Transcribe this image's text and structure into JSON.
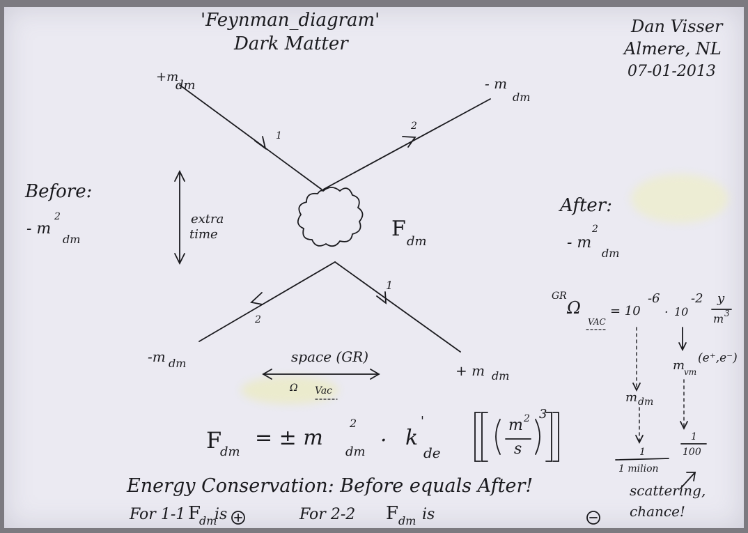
{
  "title": {
    "line1": "'Feynman_diagram'",
    "line2": "Dark Matter"
  },
  "author": {
    "name": "Dan Visser",
    "place": "Almere, NL",
    "date": "07-01-2013"
  },
  "particles": {
    "top_left": {
      "sign": "+m",
      "sub": "dm"
    },
    "top_right": {
      "sign": "- m",
      "sub": "dm"
    },
    "bottom_left": {
      "sign": "-m",
      "sub": "dm"
    },
    "bottom_right": {
      "sign": "+ m",
      "sub": "dm"
    }
  },
  "arrow_numbers": {
    "top_left": "1",
    "top_right": "2",
    "bottom_left": "2",
    "bottom_right": "1"
  },
  "before": {
    "label": "Before:",
    "term": "- m",
    "sup": "2",
    "sub": "dm"
  },
  "after": {
    "label": "After:",
    "term": "- m",
    "sup": "2",
    "sub": "dm"
  },
  "extra_time": {
    "line1": "extra",
    "line2": "time"
  },
  "force_label": {
    "main": "F",
    "sub": "dm"
  },
  "space": {
    "label": "space (GR)",
    "omega": "Ω",
    "sub": "Vac"
  },
  "formula": {
    "lhs": "F",
    "lhs_sub": "dm",
    "eq": "= ± m",
    "m_sup": "2",
    "m_sub": "dm",
    "dot": "·",
    "k": "k",
    "k_sup": "'",
    "k_sub": "de",
    "bracket_m": "m",
    "bracket_m_sup": "2",
    "bracket_s": "s",
    "power": "3"
  },
  "gr_block": {
    "gr": "GR",
    "omega": "Ω",
    "vac": "VAC",
    "eq": "= 10",
    "exp1": "-6",
    "dot": "·",
    "ten": "10",
    "exp2": "-2",
    "unit_num": "y",
    "unit_den": "m",
    "unit_den_sup": "3",
    "m_vm": "m",
    "m_vm_sub": "vm",
    "pair": "(e⁺,e⁻)",
    "m_dm": "m",
    "m_dm_sub": "dm",
    "frac1_num": "1",
    "frac1_den": "1 milion",
    "frac2_num": "1",
    "frac2_den": "100",
    "scattering": "scattering,",
    "chance": "chance!"
  },
  "conservation": {
    "line1": "Energy Conservation: Before equals After!",
    "line2_a": "For 1-1",
    "line2_b": "F",
    "line2_b_sub": "dm",
    "line2_c": "is",
    "plus": "+",
    "line2_d": "For 2-2",
    "line2_e": "F",
    "line2_e_sub": "dm",
    "line2_f": "is",
    "minus": "−"
  }
}
